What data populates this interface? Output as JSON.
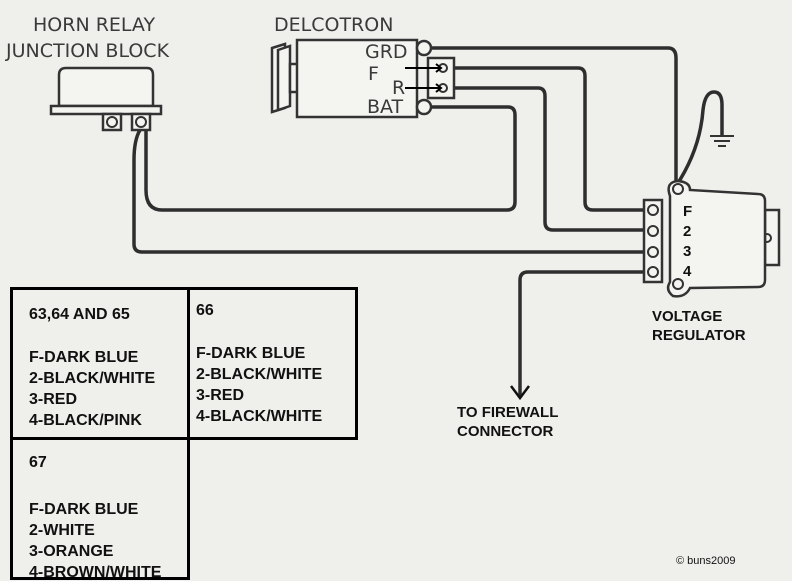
{
  "labels": {
    "horn_relay": [
      "HORN RELAY",
      "JUNCTION BLOCK"
    ],
    "delcotron": "DELCOTRON",
    "delcotron_terminals": [
      "GRD",
      "F",
      "R",
      "BAT"
    ],
    "regulator_terminals": [
      "F",
      "2",
      "3",
      "4"
    ],
    "voltage_regulator": [
      "VOLTAGE",
      "REGULATOR"
    ],
    "firewall": [
      "TO FIREWALL",
      "CONNECTOR"
    ]
  },
  "color_tables": [
    {
      "years": "63,64 AND 65",
      "rows": [
        "F-DARK BLUE",
        "2-BLACK/WHITE",
        "3-RED",
        "4-BLACK/PINK"
      ]
    },
    {
      "years": "66",
      "rows": [
        "F-DARK BLUE",
        "2-BLACK/WHITE",
        "3-RED",
        "4-BLACK/WHITE"
      ]
    },
    {
      "years": "67",
      "rows": [
        "F-DARK BLUE",
        "2-WHITE",
        "3-ORANGE",
        "4-BROWN/WHITE"
      ]
    }
  ],
  "copyright": "© buns2009"
}
